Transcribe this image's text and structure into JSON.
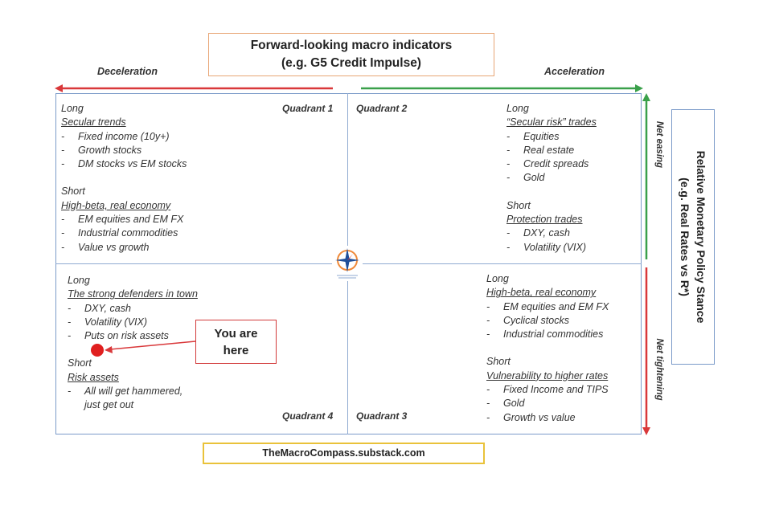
{
  "header": {
    "title_line1": "Forward-looking macro indicators",
    "title_line2": "(e.g. G5 Credit Impulse)",
    "deceleration": "Deceleration",
    "acceleration": "Acceleration"
  },
  "side": {
    "line1": "Relative Monetary Policy Stance",
    "line2": "(e.g. Real Rates vs R*)",
    "net_easing": "Net easing",
    "net_tightening": "Net tightening"
  },
  "colors": {
    "red": "#d9383a",
    "green": "#3aa04a",
    "grid": "#7b9bc9"
  },
  "q1": {
    "label": "Quadrant 1",
    "long_head": "Long",
    "long_title": "Secular trends",
    "long_items": [
      "Fixed income (10y+)",
      "Growth stocks",
      "DM stocks vs EM stocks"
    ],
    "short_head": "Short",
    "short_title": "High-beta, real economy",
    "short_items": [
      "EM equities and EM FX",
      "Industrial commodities",
      "Value vs growth"
    ]
  },
  "q2": {
    "label": "Quadrant 2",
    "long_head": "Long",
    "long_title": "“Secular risk” trades",
    "long_items": [
      "Equities",
      "Real estate",
      "Credit spreads",
      "Gold"
    ],
    "short_head": "Short",
    "short_title": "Protection trades",
    "short_items": [
      "DXY, cash",
      "Volatility (VIX)"
    ]
  },
  "q3": {
    "label": "Quadrant 3",
    "long_head": "Long",
    "long_title": "High-beta, real economy",
    "long_items": [
      "EM equities and EM FX",
      "Cyclical stocks",
      "Industrial commodities"
    ],
    "short_head": "Short",
    "short_title": "Vulnerability to higher rates",
    "short_items": [
      "Fixed Income and TIPS",
      "Gold",
      "Growth vs value"
    ]
  },
  "q4": {
    "label": "Quadrant 4",
    "long_head": "Long",
    "long_title": "The strong defenders in town",
    "long_items": [
      "DXY, cash",
      "Volatility (VIX)",
      "Puts on risk assets"
    ],
    "short_head": "Short",
    "short_title": "Risk assets",
    "short_items": [
      "All will get hammered, just get out"
    ]
  },
  "marker": {
    "line1": "You are",
    "line2": "here"
  },
  "footer": {
    "text": "TheMacroCompass.substack.com"
  },
  "logo": {
    "icon": "compass-star-icon"
  }
}
